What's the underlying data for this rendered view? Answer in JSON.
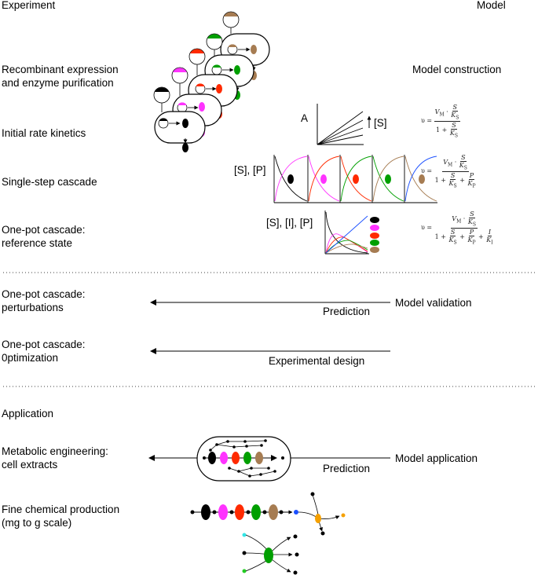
{
  "headers": {
    "left": "Experiment",
    "right": "Model"
  },
  "rows": {
    "recombinant": "Recombinant expression\nand enzyme purification",
    "model_construction": "Model construction",
    "initial_rate": "Initial rate kinetics",
    "single_step": "Single-step cascade",
    "one_pot_reference": "One-pot cascade:\nreference state",
    "one_pot_perturbations": "One-pot cascade:\nperturbations",
    "model_validation": "Model validation",
    "prediction_1": "Prediction",
    "one_pot_optimization": "One-pot cascade:\n0ptimization",
    "experimental_design": "Experimental design",
    "application": "Application",
    "metabolic": "Metabolic engineering:\ncell extracts",
    "model_application": "Model application",
    "prediction_2": "Prediction",
    "fine_chemical": "Fine chemical production\n(mg to g scale)"
  },
  "plots": {
    "initial_rate_ylabel": "A",
    "initial_rate_arrow_label": "[S]",
    "single_step_ylabel": "[S], [P]",
    "one_pot_ylabel": "[S], [I], [P]"
  },
  "formulas": {
    "v": "υ =",
    "vm": "V",
    "m_sub": "M",
    "dot": "·",
    "s": "S",
    "ks": "K",
    "s_sub": "S",
    "one_plus": "1 +",
    "plus": "+",
    "p": "P",
    "kp": "K",
    "p_sub": "P",
    "i": "I",
    "ki": "K",
    "i_sub": "I"
  },
  "enzyme_colors": [
    "#000000",
    "#ff33ff",
    "#ff2a00",
    "#009f00",
    "#a67c52"
  ],
  "colors": {
    "product_blue": "#1a4fff",
    "orange": "#f5a000",
    "cyan": "#33e6e6",
    "green_small": "#22cc22"
  }
}
